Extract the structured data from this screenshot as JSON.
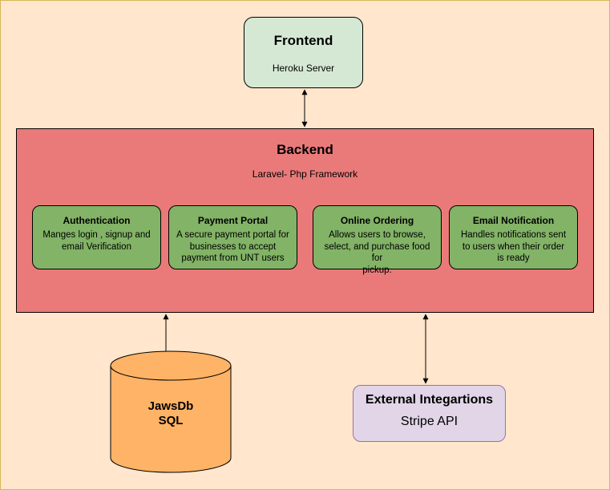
{
  "frontend": {
    "title": "Frontend",
    "subtitle": "Heroku Server"
  },
  "backend": {
    "title": "Backend",
    "subtitle": "Laravel- Php Framework",
    "modules": [
      {
        "title": "Authentication",
        "desc1": "Manges login , signup and",
        "desc2": "email Verification",
        "desc3": ""
      },
      {
        "title": "Payment Portal",
        "desc1": "A secure payment portal for",
        "desc2": "businesses to accept",
        "desc3": "payment from UNT users"
      },
      {
        "title": "Online Ordering",
        "desc1": "Allows users to browse,",
        "desc2": "select, and purchase food for",
        "desc3": "pickup."
      },
      {
        "title": "Email Notification",
        "desc1": "Handles notifications sent",
        "desc2": "to users when their order",
        "desc3": "is ready"
      }
    ]
  },
  "database": {
    "line1": "JawsDb",
    "line2": "SQL"
  },
  "external": {
    "title": "External Integartions",
    "subtitle": "Stripe API"
  },
  "colors": {
    "page_background": "#FFE6CC",
    "frontend_fill": "#D5E8D4",
    "backend_fill": "#EA7A7A",
    "module_fill": "#82B366",
    "database_fill": "#FFB366",
    "external_fill": "#E1D5E7"
  }
}
